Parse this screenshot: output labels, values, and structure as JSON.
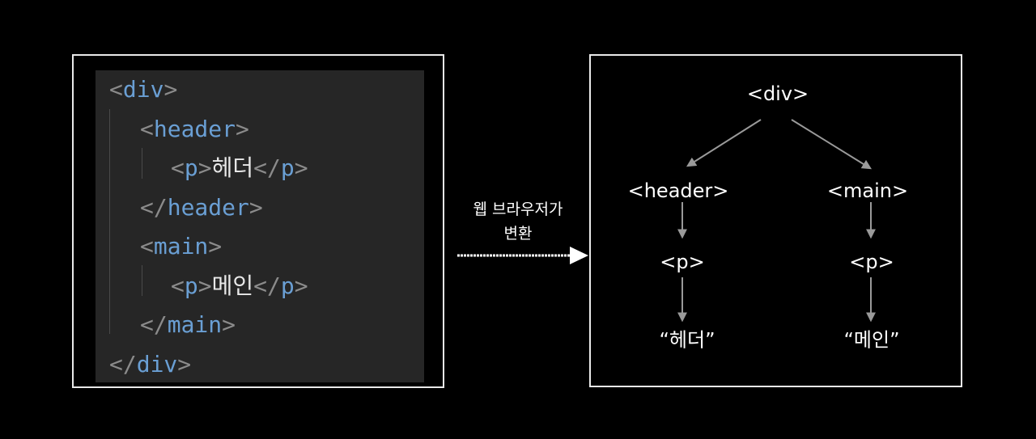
{
  "code": {
    "lines": [
      {
        "indent": 0,
        "open": "<",
        "tag": "div",
        "close": ">",
        "text": "",
        "end_open": "",
        "end_tag": "",
        "end_close": ""
      },
      {
        "indent": 1,
        "open": "<",
        "tag": "header",
        "close": ">",
        "text": "",
        "end_open": "",
        "end_tag": "",
        "end_close": ""
      },
      {
        "indent": 2,
        "open": "<",
        "tag": "p",
        "close": ">",
        "text": "헤더",
        "end_open": "</",
        "end_tag": "p",
        "end_close": ">"
      },
      {
        "indent": 1,
        "open": "</",
        "tag": "header",
        "close": ">",
        "text": "",
        "end_open": "",
        "end_tag": "",
        "end_close": ""
      },
      {
        "indent": 1,
        "open": "<",
        "tag": "main",
        "close": ">",
        "text": "",
        "end_open": "",
        "end_tag": "",
        "end_close": ""
      },
      {
        "indent": 2,
        "open": "<",
        "tag": "p",
        "close": ">",
        "text": "메인",
        "end_open": "</",
        "end_tag": "p",
        "end_close": ">"
      },
      {
        "indent": 1,
        "open": "</",
        "tag": "main",
        "close": ">",
        "text": "",
        "end_open": "",
        "end_tag": "",
        "end_close": ""
      },
      {
        "indent": 0,
        "open": "</",
        "tag": "div",
        "close": ">",
        "text": "",
        "end_open": "",
        "end_tag": "",
        "end_close": ""
      }
    ]
  },
  "arrow": {
    "label_line1": "웹 브라우저가",
    "label_line2": "변환"
  },
  "tree": {
    "root": "<div>",
    "left": {
      "tag": "<header>",
      "child": "<p>",
      "text": "“헤더”"
    },
    "right": {
      "tag": "<main>",
      "child": "<p>",
      "text": "“메인”"
    }
  },
  "colors": {
    "tag": "#6a9fd4",
    "punct": "#8b8b8b",
    "editor_bg": "#262626",
    "border": "#e9e9e9",
    "edge": "#9a9a9a"
  }
}
